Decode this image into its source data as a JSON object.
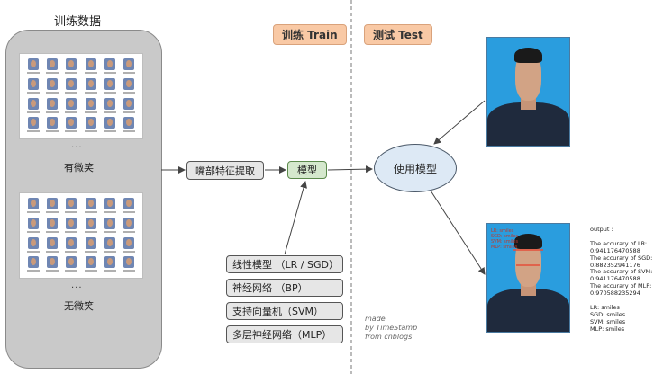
{
  "train_panel": {
    "title": "训练数据",
    "group_top": {
      "label": "有微笑",
      "ellipsis": "..."
    },
    "group_bottom": {
      "label": "无微笑",
      "ellipsis": "..."
    },
    "thumbnail_caption": "00xxxx.jpg"
  },
  "headings": {
    "train": "训练 Train",
    "test": "测试 Test"
  },
  "flow": {
    "feature": "嘴部特征提取",
    "model": "模型",
    "use_model": "使用模型"
  },
  "models": [
    "线性模型 （LR / SGD）",
    "神经网络 （BP）",
    "支持向量机（SVM）",
    "多层神经网络（MLP）"
  ],
  "photo_overlay": [
    "LR: smiles",
    "SGD: smiles",
    "SVM: smiles",
    "MLP: smiles"
  ],
  "output": {
    "lines": [
      "output :",
      "",
      "The accurary of LR:",
      "0.941176470588",
      "The accurary of SGD:",
      "0.882352941176",
      "The accurary of SVM:",
      "0.941176470588",
      "The accurary of MLP:",
      "0.970588235294",
      "",
      "LR: smiles",
      "SGD: smiles",
      "SVM: smiles",
      "MLP: smiles"
    ]
  },
  "credit": [
    "made",
    "by TimeStamp",
    "from cnblogs"
  ],
  "colors": {
    "tag_bg": "#f9c9a5",
    "model_box_bg": "#d5e8cd",
    "ellipse_bg": "#dde9f5",
    "panel_bg": "#c9c9c9",
    "photo_bg": "#2a9dde"
  }
}
